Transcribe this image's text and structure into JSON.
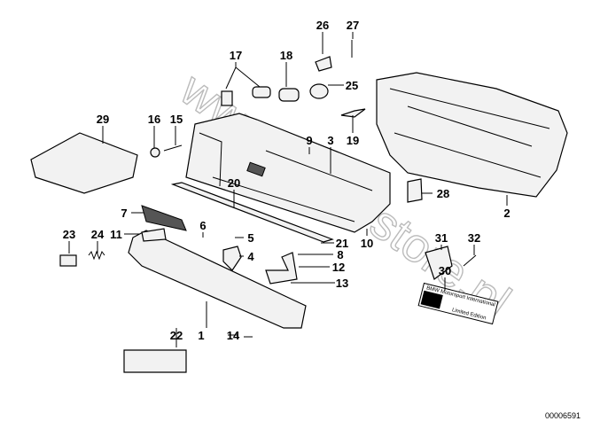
{
  "diagram_code": "00006591",
  "watermark": "www.BMWstore.pl",
  "badge_text": {
    "line1": "BMW Motorsport International",
    "line2": "Limited Edition"
  },
  "labels": [
    "1",
    "2",
    "3",
    "4",
    "5",
    "6",
    "7",
    "8",
    "9",
    "10",
    "11",
    "12",
    "13",
    "14",
    "15",
    "16",
    "17",
    "18",
    "19",
    "20",
    "21",
    "22",
    "23",
    "24",
    "25",
    "26",
    "27",
    "28",
    "29",
    "30",
    "31",
    "32"
  ]
}
